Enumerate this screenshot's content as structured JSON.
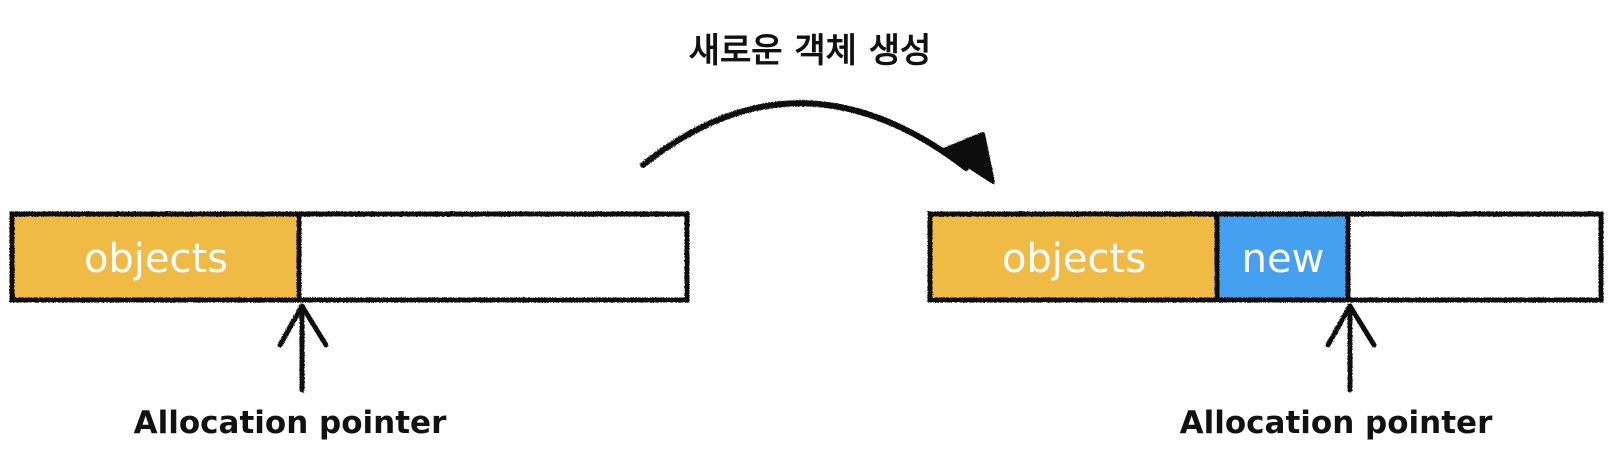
{
  "title": "새로운 객체 생성",
  "colors": {
    "objects": "#EFBB45",
    "new": "#45A1EF",
    "free": "#FFFFFF",
    "stroke": "#111111"
  },
  "before": {
    "objects_label": "objects",
    "pointer_label": "Allocation pointer"
  },
  "after": {
    "objects_label": "objects",
    "new_label": "new",
    "pointer_label": "Allocation pointer"
  }
}
